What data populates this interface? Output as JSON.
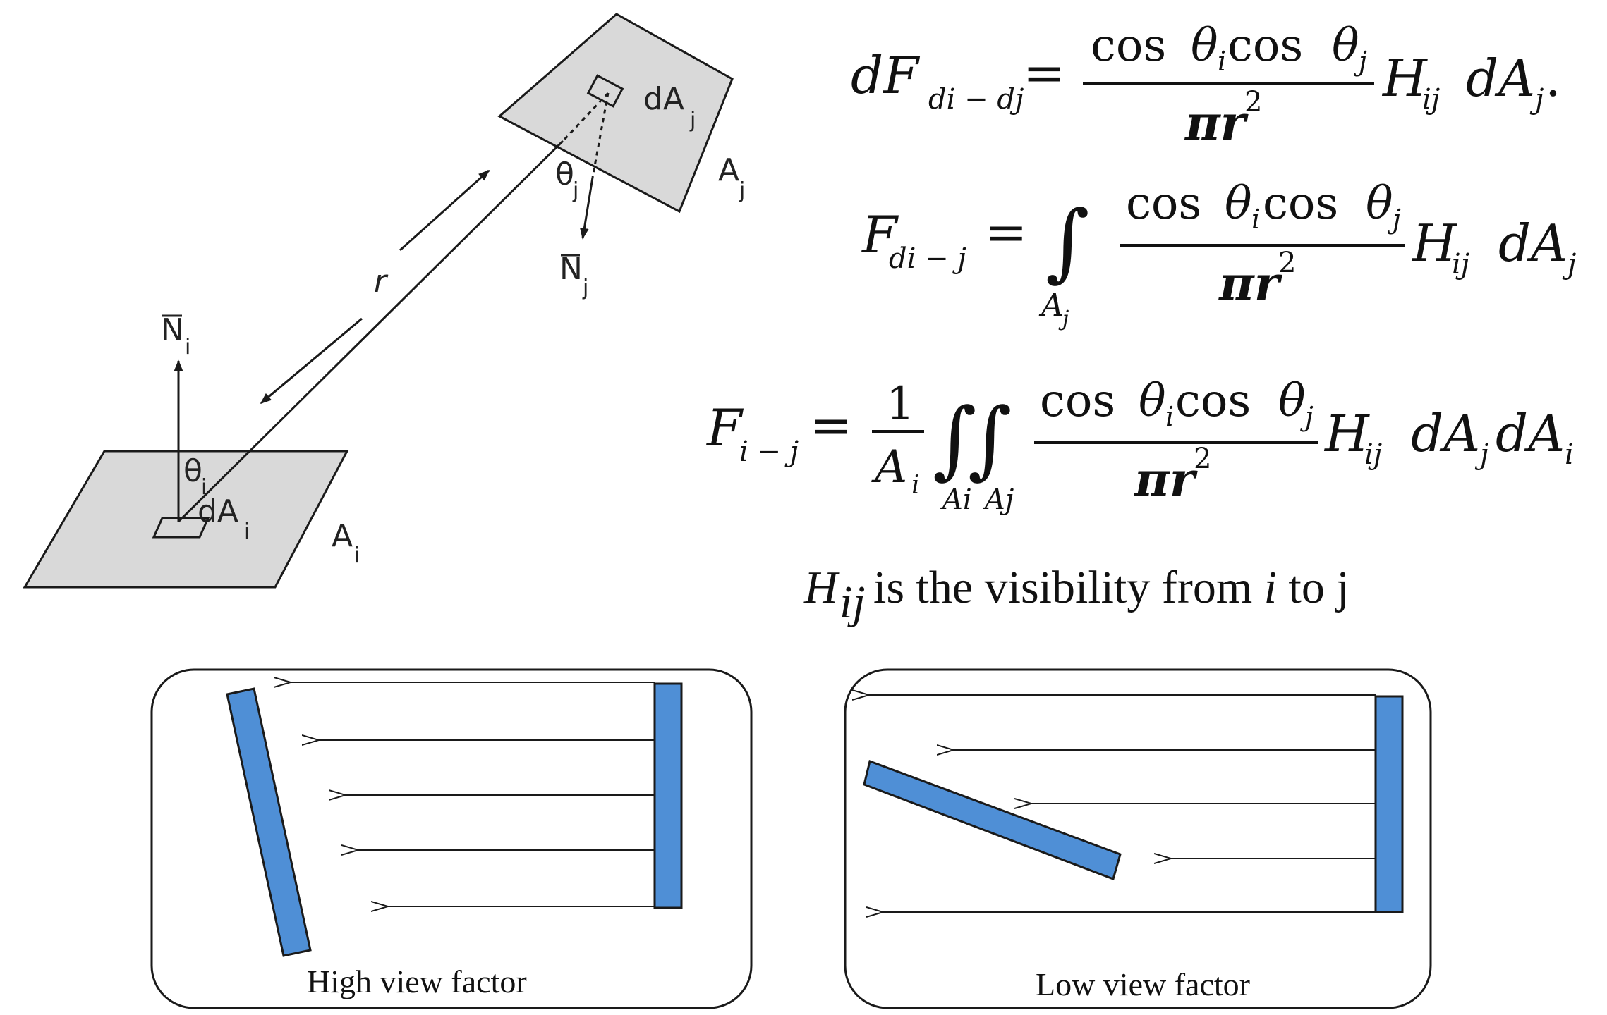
{
  "geometry": {
    "r": "r",
    "N": "N",
    "theta": "θ",
    "dA": "dA",
    "A": "A",
    "i": "i",
    "j": "j"
  },
  "eq1": {
    "lhs_main": "dF",
    "lhs_sub": "di − dj",
    "eq": "=",
    "num_cos1": "cos",
    "num_theta1": "θ",
    "num_i": "i",
    "num_cos2": "cos",
    "num_theta2": "θ",
    "num_j": "j",
    "den": "πr",
    "den_exp": "2",
    "H": "H",
    "H_sub": "ij",
    "dA": "dA",
    "dA_sub": "j",
    "end": "."
  },
  "eq2": {
    "lhs_main": "F",
    "lhs_sub": "di − j",
    "eq": "=",
    "int": "∫",
    "int_sub": "A",
    "int_sub_j": "j",
    "num_cos1": "cos",
    "num_theta1": "θ",
    "num_i": "i",
    "num_cos2": "cos",
    "num_theta2": "θ",
    "num_j": "j",
    "den": "πr",
    "den_exp": "2",
    "H": "H",
    "H_sub": "ij",
    "dA": "dA",
    "dA_sub": "j"
  },
  "eq3": {
    "lhs_main": "F",
    "lhs_sub": "i − j",
    "eq": "=",
    "one": "1",
    "Ai": "A",
    "Ai_sub": "i",
    "int": "∫",
    "int_sub1": "Ai",
    "int_sub2": "Aj",
    "num_cos1": "cos",
    "num_theta1": "θ",
    "num_i": "i",
    "num_cos2": "cos",
    "num_theta2": "θ",
    "num_j": "j",
    "den": "πr",
    "den_exp": "2",
    "H": "H",
    "H_sub": "ij",
    "dA1": "dA",
    "dA1_sub": "j",
    "dA2": "dA",
    "dA2_sub": "i"
  },
  "visibility": {
    "H": "H",
    "H_sub": "ij",
    "text": " is the visibility from ",
    "i": "i",
    "tail": " to j"
  },
  "panels": {
    "high_caption": "High view factor",
    "low_caption": "Low view factor"
  },
  "colors": {
    "surface_fill": "#d9d9d9",
    "plate_fill": "#4f8fd6",
    "ink": "#1a1a1a"
  }
}
